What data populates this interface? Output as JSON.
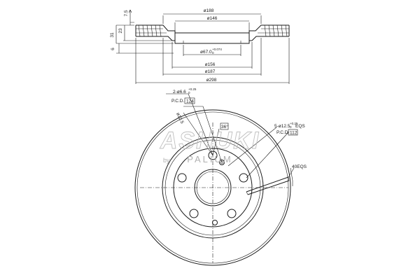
{
  "side_view": {
    "dims": {
      "d188": "ø188",
      "d146": "ø146",
      "d67": "ø67.0",
      "d67_tol": "+0.074",
      "d67_tol2": "0",
      "d156": "ø156",
      "d187": "ø187",
      "d298": "ø298",
      "h31": "31",
      "h23": "23",
      "h7_5": "7.5",
      "h6": "6"
    }
  },
  "front_view": {
    "holes_label": "2-ø6.6",
    "holes_tol": "+0.25",
    "holes_tol2": "0",
    "pcd1_label": "P.C.D.",
    "pcd1_value": "124",
    "d12_5": "ø12.5",
    "angle_label": "36°",
    "bolts_label": "5-ø12.5",
    "bolts_tol": "+0.25",
    "bolts_tol2": "0",
    "bolts_eqs": "EQS",
    "pcd2_label": "P.C.D.",
    "pcd2_value": "112",
    "slots_label": "40EQS"
  },
  "watermark": {
    "brand": "ASHUKI",
    "by": "by",
    "sub": "PALIUM"
  },
  "colors": {
    "line": "#1a1a1a",
    "watermark": "#b9b9b9"
  }
}
